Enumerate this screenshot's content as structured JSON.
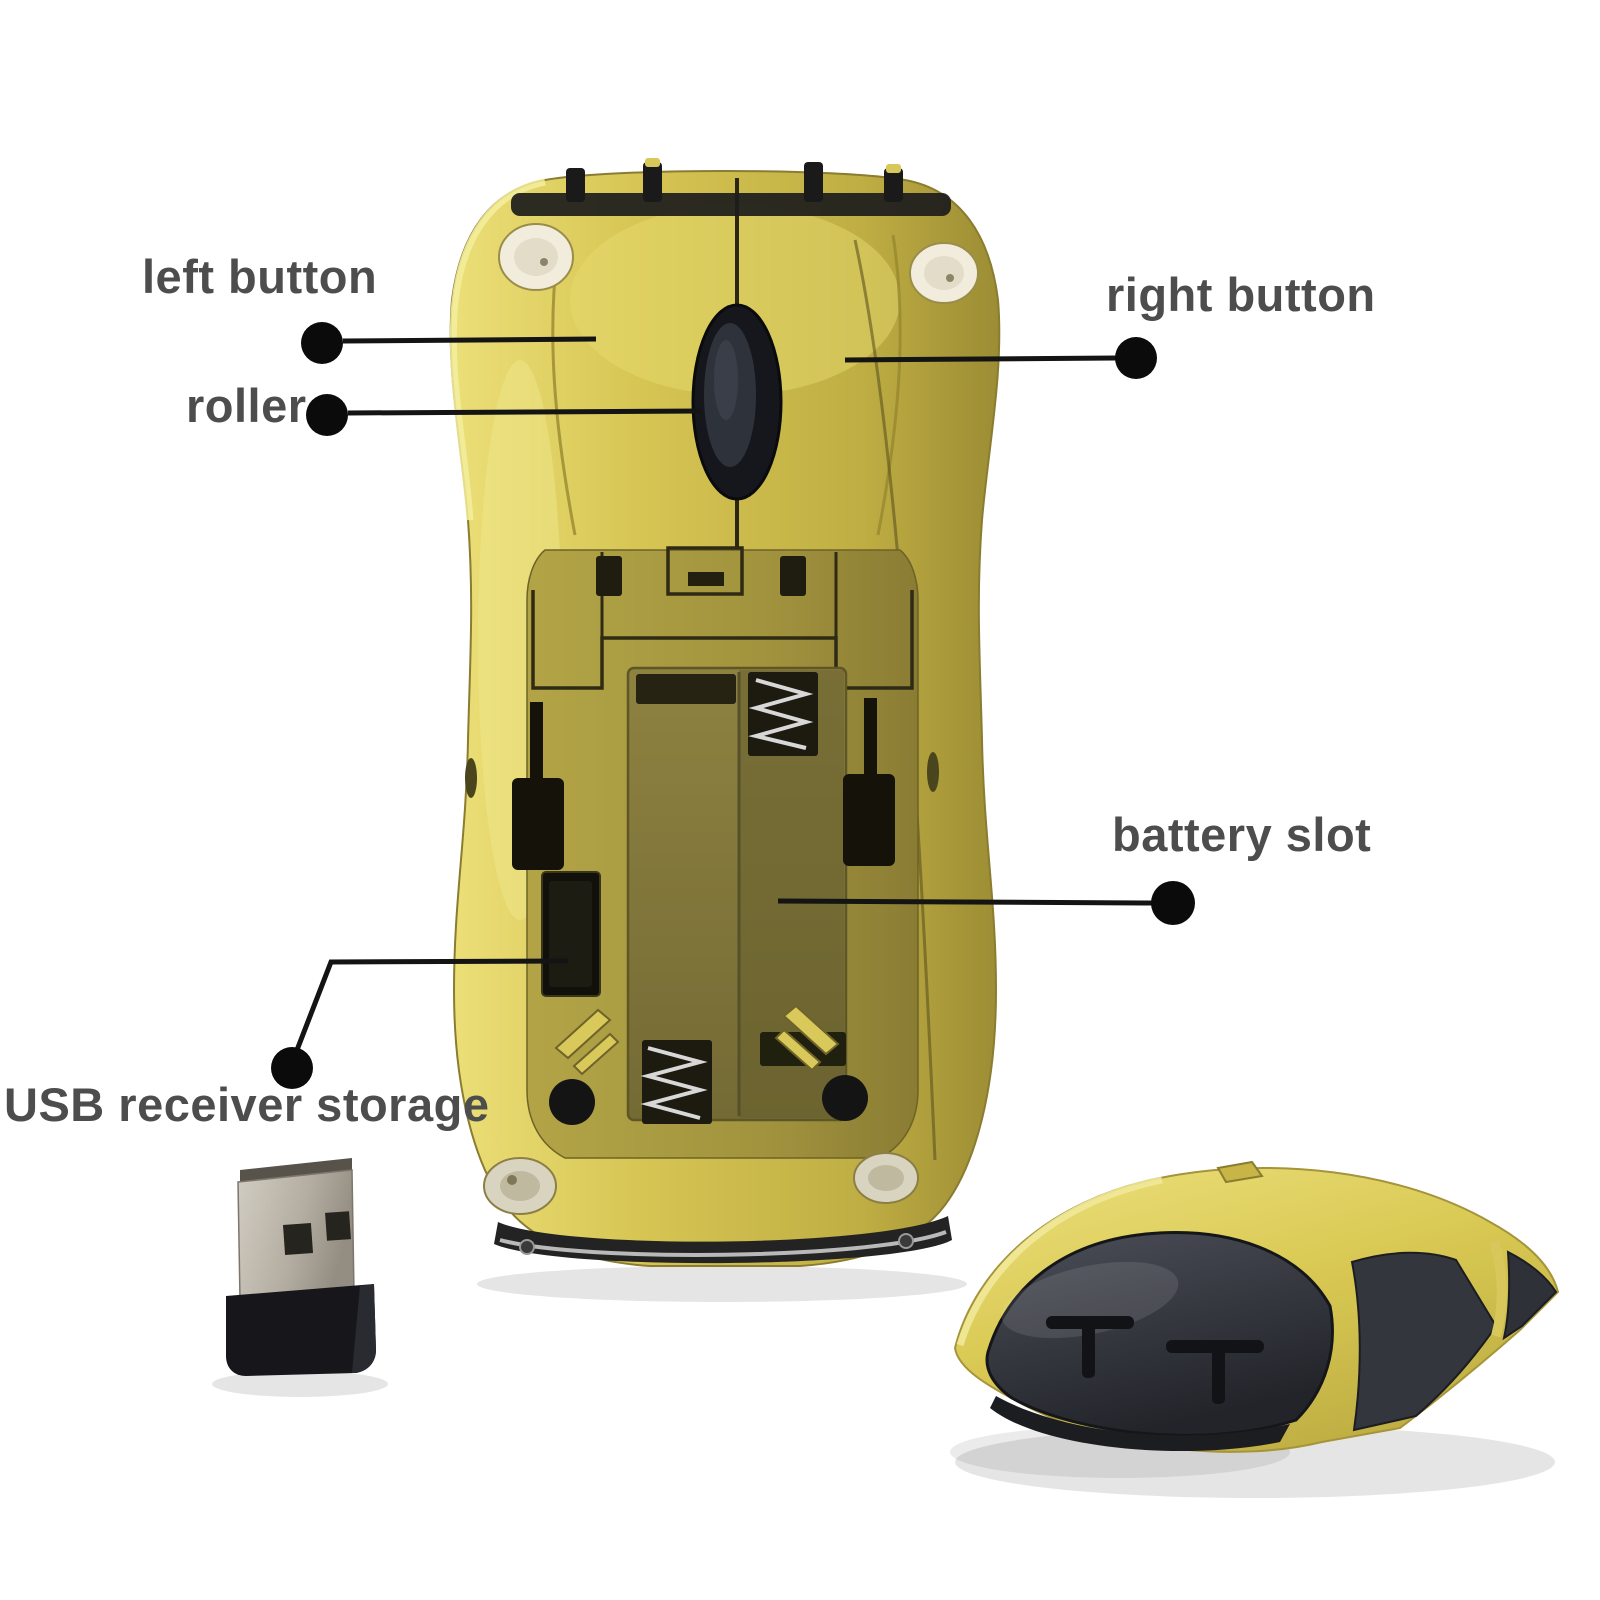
{
  "figure": {
    "kind": "annotated product photo",
    "subject": "car-shaped wireless computer mouse, bottom view, with USB receiver and removable car-top cover"
  },
  "labels": {
    "left_button": "left button",
    "roller": "roller",
    "right_button": "right button",
    "battery_slot": "battery slot",
    "usb_receiver_storage": "USB receiver storage"
  },
  "colors": {
    "background": "#ffffff",
    "label-text": "#4d4d4d",
    "callout-line": "#141414",
    "body-yellow": "#cdbc4a",
    "body-highlight": "#f0e890",
    "chassis-olive": "#a5973e",
    "recess-olive": "#847838",
    "part-black": "#17181a",
    "window-gray": "#33363d",
    "usb-metal": "#b5afa5",
    "chrome": "#b9b9b9"
  }
}
